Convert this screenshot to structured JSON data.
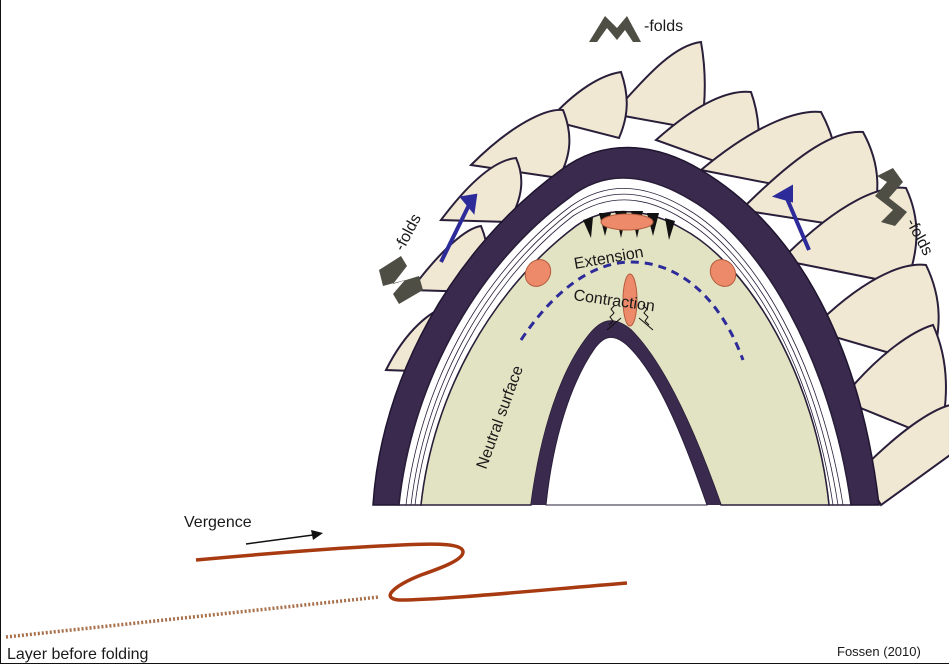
{
  "labels": {
    "m_folds": "-folds",
    "z_folds": "-folds",
    "s_folds": "-folds",
    "extension": "Extension",
    "contraction": "Contraction",
    "neutral_surface": "Neutral surface",
    "vergence": "Vergence",
    "layer_before_folding": "Layer before folding",
    "credit": "Fossen (2010)"
  },
  "colors": {
    "purple_layer": "#3a2a4e",
    "tan_layer": "#f1e8d4",
    "core_green": "#e2e3c2",
    "orange_strain": "#ec8a6a",
    "arrow_blue": "#2d2a9a",
    "red_layer": "#a83a12",
    "symbol_gray": "#4e4e44"
  },
  "icons": [
    "m-fold-icon",
    "z-fold-icon",
    "s-fold-icon",
    "vergence-arrow-icon"
  ]
}
